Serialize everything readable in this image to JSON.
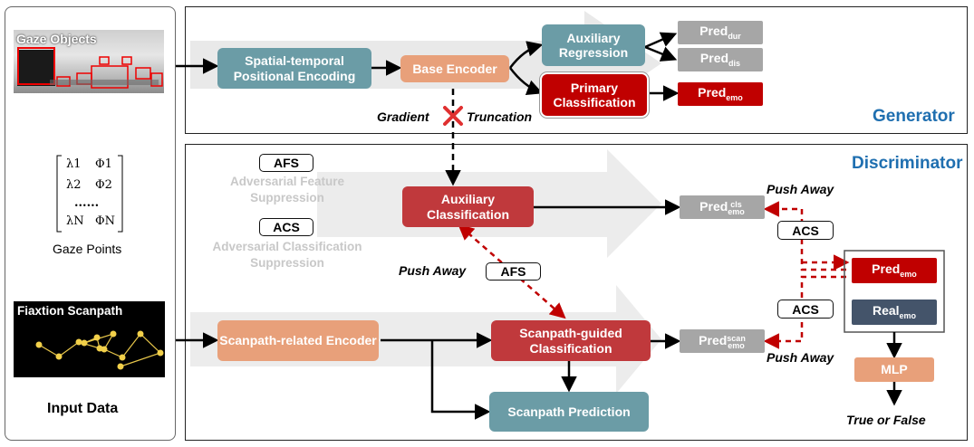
{
  "input": {
    "title": "Input Data",
    "gaze_objects_label": "Gaze Objects",
    "gaze_points_label": "Gaze Points",
    "matrix_rows": [
      [
        "λ1",
        "Φ1"
      ],
      [
        "λ2",
        "Φ2"
      ],
      [
        "......",
        ""
      ],
      [
        "λN",
        "ΦN"
      ]
    ],
    "fixation_label": "Fiaxtion Scanpath"
  },
  "generator": {
    "title": "Generator",
    "spatial_temporal": "Spatial-temporal Positional Encoding",
    "base_encoder": "Base Encoder",
    "aux_regression": "Auxiliary Regression",
    "primary_classification": "Primary Classification",
    "pred_dur": {
      "base": "Pred",
      "sub": "dur"
    },
    "pred_dis": {
      "base": "Pred",
      "sub": "dis"
    },
    "pred_emo": {
      "base": "Pred",
      "sub": "emo"
    },
    "gradient": "Gradient",
    "truncation": "Truncation"
  },
  "discriminator": {
    "title": "Discriminator",
    "afs_tag": "AFS",
    "afs_desc": "Adversarial Feature Suppression",
    "acs_tag": "ACS",
    "acs_desc": "Adversarial Classification Suppression",
    "aux_classification": "Auxiliary Classification",
    "scanpath_encoder": "Scanpath-related Encoder",
    "scanpath_guided": "Scanpath-guided Classification",
    "scanpath_prediction": "Scanpath Prediction",
    "pred_cls": {
      "base": "Pred",
      "sup": "cls",
      "sub": "emo"
    },
    "pred_scan": {
      "base": "Pred",
      "sup": "scan",
      "sub": "emo"
    },
    "pred_emo": {
      "base": "Pred",
      "sub": "emo"
    },
    "real_emo": {
      "base": "Real",
      "sub": "emo"
    },
    "mlp": "MLP",
    "push_away": "Push Away",
    "true_false": "True or False"
  },
  "colors": {
    "teal": "#6b9ca6",
    "orange": "#e8a07a",
    "red": "#c0393c",
    "dark_red": "#c00000",
    "gray": "#a6a6a6",
    "navy": "#44546a",
    "blue_title": "#1f6fb0"
  }
}
